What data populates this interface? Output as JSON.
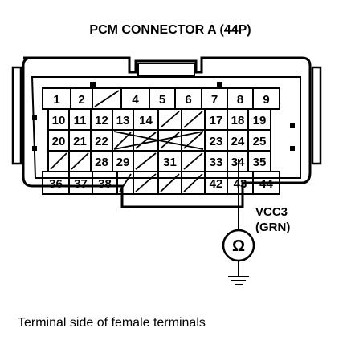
{
  "title": "PCM CONNECTOR A (44P)",
  "caption": "Terminal side of female terminals",
  "probe": {
    "signal": "VCC3",
    "wire_color": "(GRN)",
    "meter_symbol": "Ω"
  },
  "colors": {
    "ink": "#000000",
    "paper": "#ffffff"
  },
  "rows": [
    [
      "1",
      "2",
      "",
      "4",
      "5",
      "6",
      "7",
      "8",
      "9"
    ],
    [
      "10",
      "11",
      "12",
      "13",
      "14",
      "",
      "",
      "17",
      "18",
      "19"
    ],
    [
      "20",
      "21",
      "22",
      "",
      "",
      "",
      "",
      "23",
      "24",
      "25"
    ],
    [
      "",
      "",
      "28",
      "29",
      "",
      "31",
      "",
      "33",
      "34",
      "35"
    ],
    [
      "36",
      "37",
      "38",
      "",
      "",
      "",
      "",
      "42",
      "43",
      "44"
    ]
  ]
}
